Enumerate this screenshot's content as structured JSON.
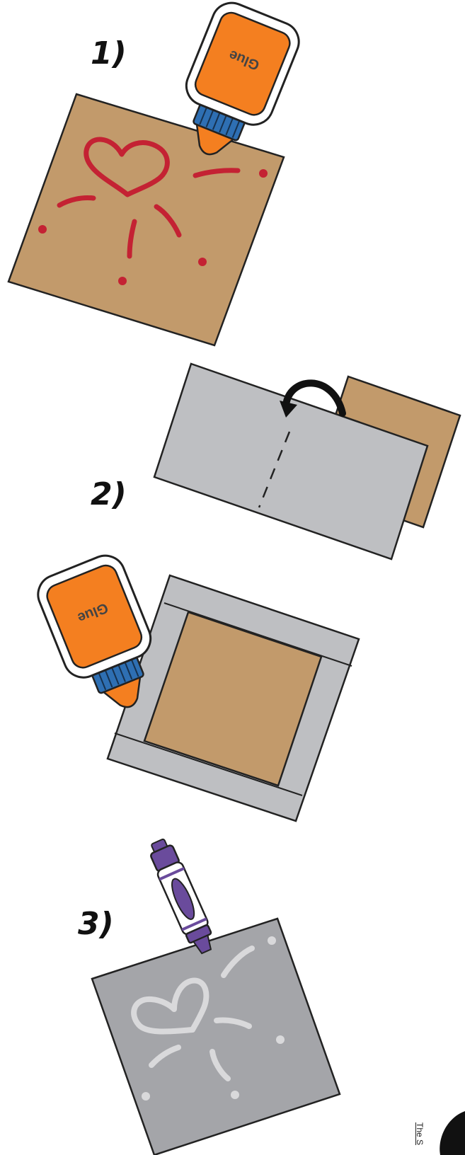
{
  "steps": [
    {
      "number": "1)"
    },
    {
      "number": "2)"
    },
    {
      "number": "3)"
    }
  ],
  "glue_label": "Glue",
  "credit_text": "The S",
  "colors": {
    "cardboard": "#c29a6b",
    "foil": "#bebfc2",
    "foil_dark": "#a4a5a9",
    "glue_red": "#c42233",
    "glue_orange": "#f47f20",
    "glue_cap": "#2e6fb3",
    "marker_purple": "#6a4b9c",
    "outline": "#222222",
    "chalk": "#d9d9db"
  },
  "icons": {
    "glue_bottle": "glue-bottle-icon",
    "marker": "marker-icon",
    "fold_arrow": "curved-arrow-icon"
  }
}
